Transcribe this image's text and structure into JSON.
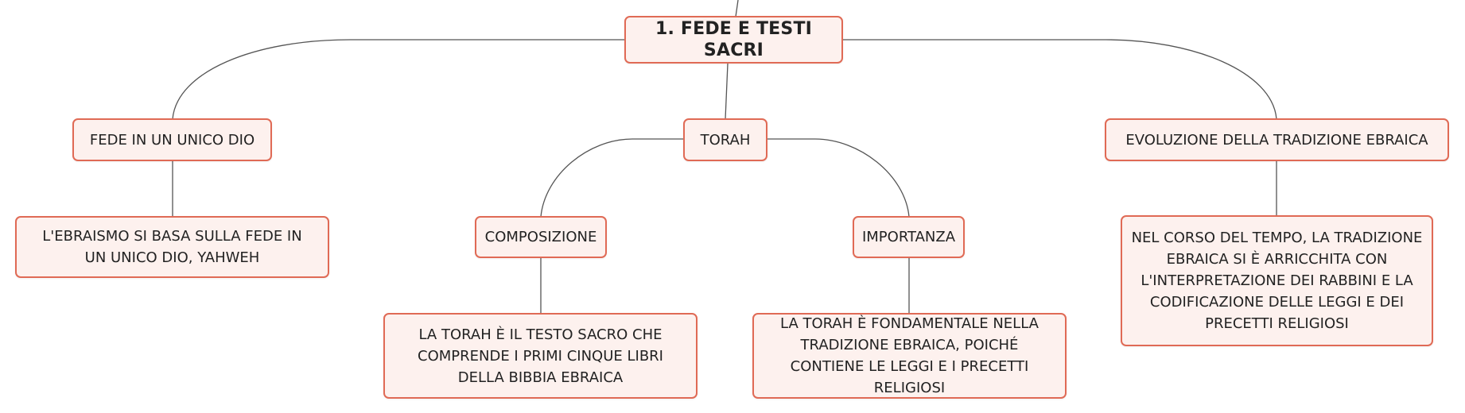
{
  "diagram": {
    "root": {
      "label": "1. FEDE E TESTI SACRI"
    },
    "branch_fede": {
      "label": "FEDE IN UN UNICO DIO",
      "detail": "L'EBRAISMO SI BASA SULLA FEDE IN UN UNICO DIO, YAHWEH"
    },
    "branch_torah": {
      "label": "TORAH",
      "composizione": {
        "label": "COMPOSIZIONE",
        "detail": "LA TORAH È IL TESTO SACRO CHE COMPRENDE I PRIMI CINQUE LIBRI DELLA BIBBIA EBRAICA"
      },
      "importanza": {
        "label": "IMPORTANZA",
        "detail": "LA TORAH È FONDAMENTALE NELLA TRADIZIONE EBRAICA, POICHÉ CONTIENE LE LEGGI E I PRECETTI RELIGIOSI"
      }
    },
    "branch_evoluzione": {
      "label": "EVOLUZIONE DELLA TRADIZIONE EBRAICA",
      "detail": "NEL CORSO DEL TEMPO, LA TRADIZIONE EBRAICA SI È ARRICCHITA CON L'INTERPRETAZIONE DEI RABBINI E LA CODIFICAZIONE DELLE LEGGI E DEI PRECETTI RELIGIOSI"
    }
  },
  "colors": {
    "node_border": "#e06a55",
    "node_fill": "#fdf1ee",
    "connector": "#555555",
    "text": "#222222"
  }
}
